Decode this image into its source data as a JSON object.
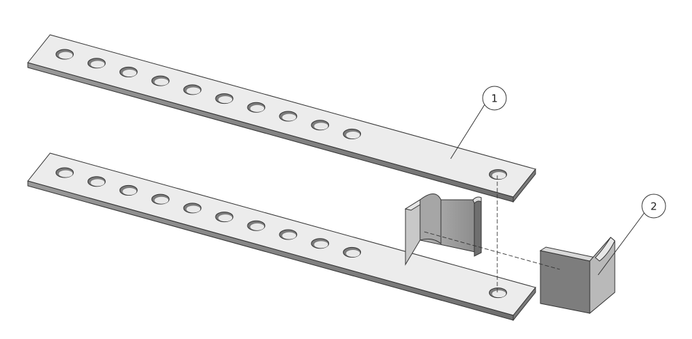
{
  "drawing": {
    "type": "exploded-assembly-view",
    "background_color": "#ffffff",
    "part_face_color": "#ebebeb",
    "part_side_color": "#8e8e8e",
    "bracket_color": "#7f7f7f",
    "line_color": "#333333"
  },
  "balloons": [
    {
      "item": "1",
      "label": "1"
    },
    {
      "item": "2",
      "label": "2"
    }
  ],
  "parts": {
    "top_bar": {
      "hole_count": 11
    },
    "bottom_bar": {
      "hole_count": 11
    },
    "channel_bracket": {
      "count": 1
    },
    "angle_bracket": {
      "count": 1
    }
  }
}
